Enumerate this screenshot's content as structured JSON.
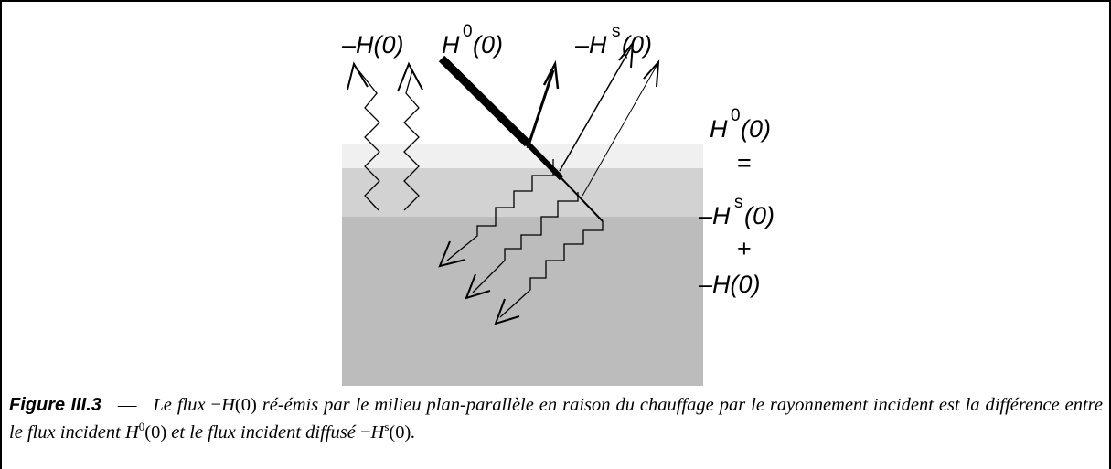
{
  "labels": {
    "top_minus_H": "–H(0)",
    "top_H_base": "H",
    "top_H_sup": "0",
    "top_H_arg": "(0)",
    "top_Hs_base": "–H",
    "top_Hs_sup": "s",
    "top_Hs_arg": "(0)",
    "eq_H_base": "H",
    "eq_H_sup": "0",
    "eq_H_arg": "(0)",
    "eq_equals": "=",
    "eq_Hs_base": "–H",
    "eq_Hs_sup": "s",
    "eq_Hs_arg": "(0)",
    "eq_plus": "+",
    "eq_minus_H": "–H(0)"
  },
  "colors": {
    "layer_top": "#f0f0f0",
    "layer_middle": "#d2d2d2",
    "layer_bottom": "#bcbcbc",
    "ink": "#000000"
  },
  "caption": {
    "label": "Figure III.3",
    "dash": "—",
    "t1": "Le flux ",
    "m1_sign": "−",
    "m1_var": "H",
    "m1_arg": "(0)",
    "t2": " ré-émis par le milieu plan-parallèle en raison du chauffage par le rayonnement incident est la différence entre le flux incident ",
    "m2_var": "H",
    "m2_sup": "0",
    "m2_arg": "(0)",
    "t3": " et le flux incident diffusé ",
    "m3_sign": "−",
    "m3_var": "H",
    "m3_sup": "s",
    "m3_arg": "(0)",
    "t4": "."
  }
}
